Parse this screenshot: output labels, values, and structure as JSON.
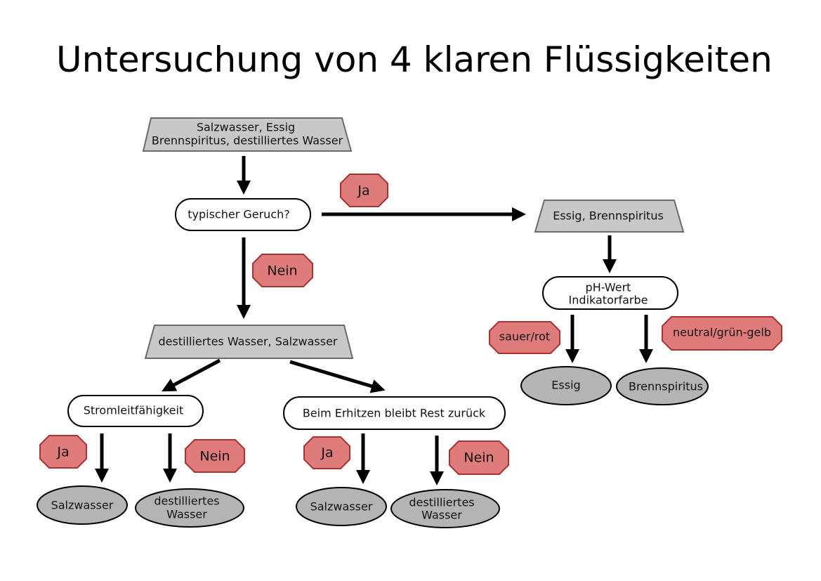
{
  "title": "Untersuchung von 4 klaren Flüssigkeiten",
  "nodes": {
    "start_line1": "Salzwasser, Essig",
    "start_line2": "Brennspiritus, destilliertes Wasser",
    "q_smell": "typischer Geruch?",
    "group_smell": "Essig, Brennspiritus",
    "q_ph_line1": "pH-Wert",
    "q_ph_line2": "Indikatorfarbe",
    "result_essig": "Essig",
    "result_brennspiritus": "Brennspiritus",
    "group_nosmell": "destilliertes Wasser, Salzwasser",
    "q_conduct": "Stromleitfähigkeit",
    "q_heat": "Beim Erhitzen bleibt Rest zurück",
    "result_salz1": "Salzwasser",
    "result_dest1_line1": "destilliertes",
    "result_dest1_line2": "Wasser",
    "result_salz2": "Salzwasser",
    "result_dest2_line1": "destilliertes",
    "result_dest2_line2": "Wasser"
  },
  "labels": {
    "smell_yes": "Ja",
    "smell_no": "Nein",
    "sauer": "sauer/rot",
    "neutral": "neutral/grün-gelb",
    "conduct_yes": "Ja",
    "conduct_no": "Nein",
    "heat_yes": "Ja",
    "heat_no": "Nein"
  },
  "colors": {
    "data_fill": "#c8c8c8",
    "label_fill": "#e07b7b",
    "label_stroke": "#a83232",
    "result_fill": "#b4b4b4"
  }
}
